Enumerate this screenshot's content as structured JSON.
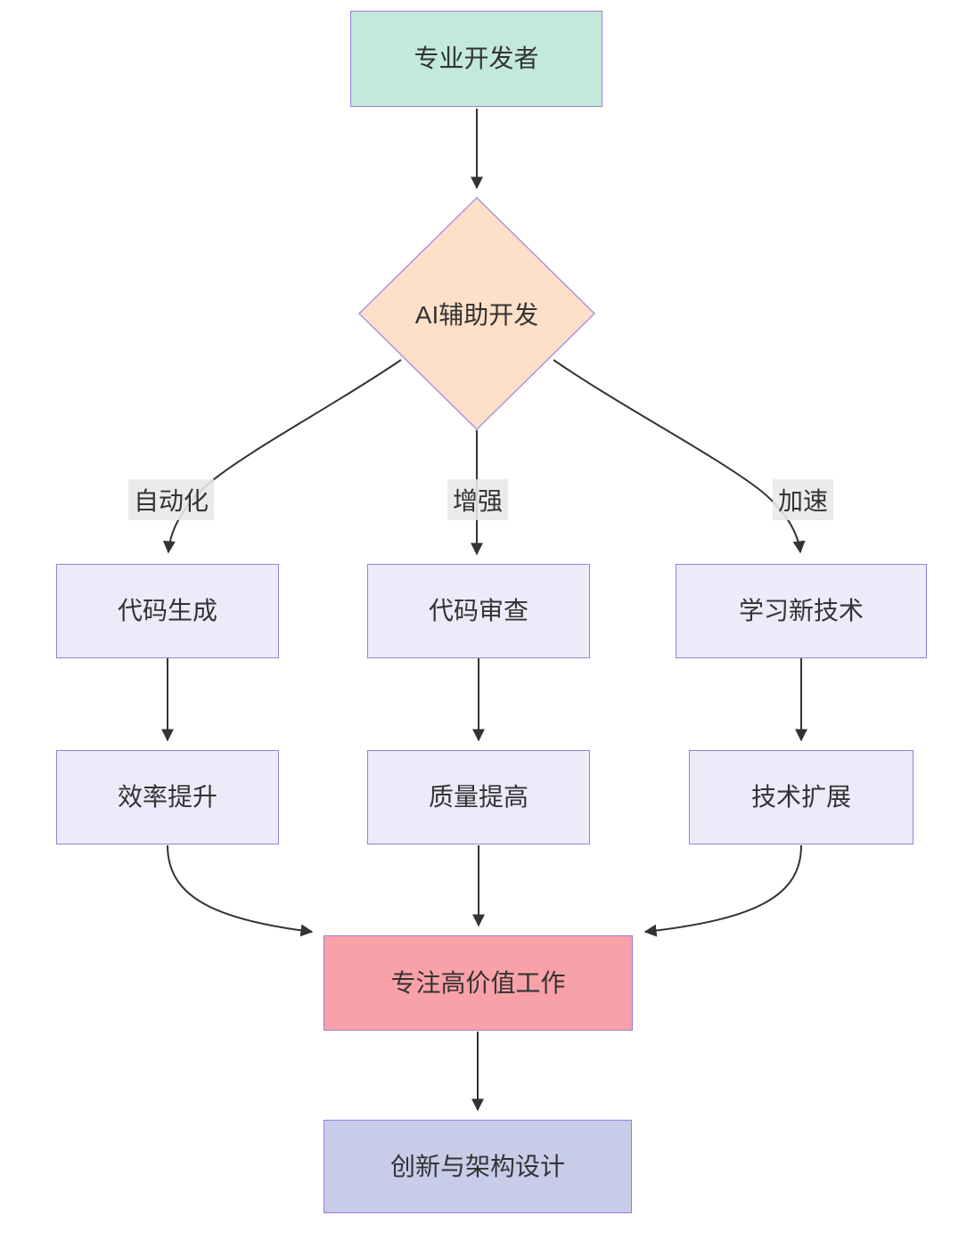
{
  "diagram": {
    "title": "AI-assisted development flowchart",
    "nodes": {
      "developer": {
        "label": "专业开发者",
        "shape": "rect",
        "fill": "#c2e9d9"
      },
      "ai_dev": {
        "label": "AI辅助开发",
        "shape": "diamond",
        "fill": "#fce0c8"
      },
      "code_gen": {
        "label": "代码生成",
        "shape": "rect",
        "fill": "#ecebfa"
      },
      "code_review": {
        "label": "代码审查",
        "shape": "rect",
        "fill": "#ecebfa"
      },
      "learn_tech": {
        "label": "学习新技术",
        "shape": "rect",
        "fill": "#ecebfa"
      },
      "efficiency": {
        "label": "效率提升",
        "shape": "rect",
        "fill": "#ecebfa"
      },
      "quality": {
        "label": "质量提高",
        "shape": "rect",
        "fill": "#ecebfa"
      },
      "tech_expand": {
        "label": "技术扩展",
        "shape": "rect",
        "fill": "#ecebfa"
      },
      "high_value": {
        "label": "专注高价值工作",
        "shape": "rect",
        "fill": "#f9a1a8"
      },
      "innovation": {
        "label": "创新与架构设计",
        "shape": "rect",
        "fill": "#c8cce9"
      }
    },
    "edge_labels": {
      "automation": "自动化",
      "enhance": "增强",
      "accelerate": "加速"
    },
    "edges": [
      {
        "from": "developer",
        "to": "ai_dev",
        "label": ""
      },
      {
        "from": "ai_dev",
        "to": "code_gen",
        "label": "自动化"
      },
      {
        "from": "ai_dev",
        "to": "code_review",
        "label": "增强"
      },
      {
        "from": "ai_dev",
        "to": "learn_tech",
        "label": "加速"
      },
      {
        "from": "code_gen",
        "to": "efficiency",
        "label": ""
      },
      {
        "from": "code_review",
        "to": "quality",
        "label": ""
      },
      {
        "from": "learn_tech",
        "to": "tech_expand",
        "label": ""
      },
      {
        "from": "efficiency",
        "to": "high_value",
        "label": ""
      },
      {
        "from": "quality",
        "to": "high_value",
        "label": ""
      },
      {
        "from": "tech_expand",
        "to": "high_value",
        "label": ""
      },
      {
        "from": "high_value",
        "to": "innovation",
        "label": ""
      }
    ],
    "colors": {
      "node_border": "#9b7cde",
      "diamond_border": "#af93e3",
      "green_fill": "#c2e9d9",
      "peach_fill": "#fce0c8",
      "lavender_fill": "#ecebfa",
      "pink_fill": "#f9a1a8",
      "periwinkle_fill": "#c8cce9",
      "edge_stroke": "#333333",
      "edge_label_bg": "#e8e8e8",
      "text": "#333333"
    }
  }
}
